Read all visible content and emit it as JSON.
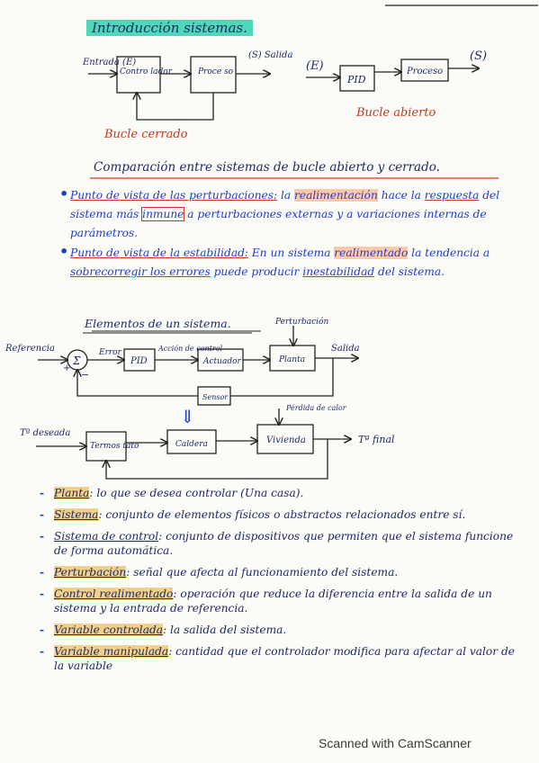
{
  "header": {
    "title": "Introducción sistemas."
  },
  "closed_loop": {
    "input_label": "Entrada (E)",
    "controller": "Contro lador",
    "process": "Proce so",
    "output_label": "(S) Salida",
    "caption": "Bucle cerrado"
  },
  "open_loop": {
    "input": "(E)",
    "controller": "PID",
    "process": "Proceso",
    "output": "(S)",
    "caption": "Bucle abierto"
  },
  "comparison": {
    "heading": "Comparación entre sistemas de bucle abierto y cerrado.",
    "point1": {
      "lead": "Punto de vista de las perturbaciones:",
      "t1": " la ",
      "realimentacion": "realimentación",
      "t2": " hace la ",
      "respuesta": "respuesta",
      "t3": " del sistema más ",
      "inmune": "inmune",
      "t4": " a perturbaciones externas y a variaciones internas de parámetros."
    },
    "point2": {
      "lead": "Punto de vista de la estabilidad:",
      "t1": " En un sistema ",
      "realimentado": "realimentado",
      "t2": " la tendencia a ",
      "sobrecorregir": "sobrecorregir los errores",
      "t3": " puede producir ",
      "inestabilidad": "inestabilidad",
      "t4": " del sistema."
    }
  },
  "elements_diagram": {
    "heading": "Elementos de un sistema.",
    "perturbacion": "Perturbación",
    "referencia": "Referencia",
    "sum": "Σ",
    "plus": "+",
    "minus": "−",
    "error": "Error",
    "pid": "PID",
    "accion_control": "Acción de control",
    "actuador": "Actuador",
    "planta": "Planta",
    "salida": "Salida",
    "sensor": "Sensor",
    "down_arrow": "⇓"
  },
  "thermo_diagram": {
    "t_deseada": "Tª deseada",
    "termostato": "Termos tato",
    "caldera": "Caldera",
    "vivienda": "Vivienda",
    "perdida_calor": "Pérdida de calor",
    "t_final": "Tª final"
  },
  "definitions": [
    {
      "term": "Planta",
      "text": ": lo que se desea controlar (Una casa)."
    },
    {
      "term": "Sistema",
      "text": ": conjunto de elementos físicos o abstractos relacionados entre sí."
    },
    {
      "term": "Sistema de control",
      "text": ": conjunto de dispositivos que permiten que el sistema funcione de forma automática."
    },
    {
      "term": "Perturbación",
      "text": ": señal que afecta al funcionamiento del sistema."
    },
    {
      "term": "Control realimentado",
      "text": ": operación que reduce la diferencia entre la salida de un sistema y la entrada de referencia."
    },
    {
      "term": "Variable controlada",
      "text": ": la salida del sistema."
    },
    {
      "term": "Variable manipulada",
      "text": ": cantidad que el controlador modifica para afectar al valor de la variable"
    }
  ],
  "footer": {
    "scanner": "Scanned with CamScanner"
  },
  "colors": {
    "ink_blue": "#1e3ccf",
    "ink_dark": "#1c2a66",
    "ink_red": "#c8381a",
    "highlight_teal": "#4ed8b8",
    "highlight_orange": "#f3d08a"
  }
}
